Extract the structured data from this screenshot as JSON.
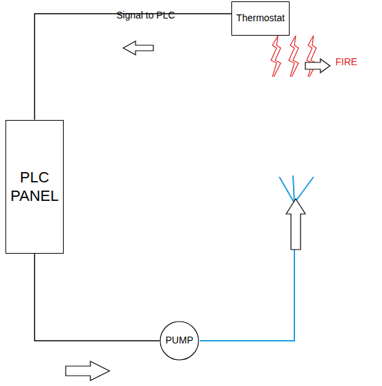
{
  "diagram": {
    "nodes": [
      {
        "text": [
          "PLC PANEL"
        ]
      },
      {
        "text": [
          "PUMP"
        ]
      },
      {
        "text": [
          "Thermostat"
        ]
      }
    ],
    "edges": [
      {
        "from": 2,
        "to": 0,
        "arrow": "none"
      },
      {
        "from": 0,
        "to": 1,
        "arrow": "none"
      }
    ],
    "labels": [
      "Signal to PLC",
      "FIRE"
    ]
  }
}
